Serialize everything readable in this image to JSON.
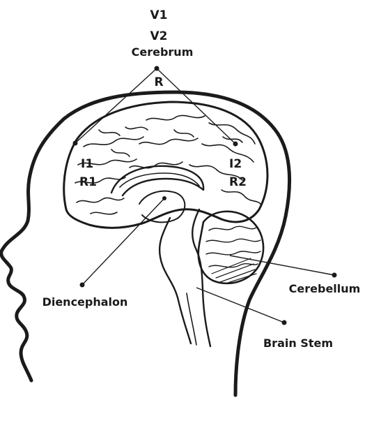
{
  "labels": {
    "v1": "V1",
    "v2": "V2",
    "cerebrum": "Cerebrum",
    "r": "R",
    "i1": "I1",
    "r1": "R1",
    "i2": "I2",
    "r2": "R2",
    "diencephalon": "Diencephalon",
    "cerebellum": "Cerebellum",
    "brain_stem": "Brain Stem"
  },
  "colors": {
    "ink": "#1b1b1b",
    "background": "#ffffff"
  }
}
